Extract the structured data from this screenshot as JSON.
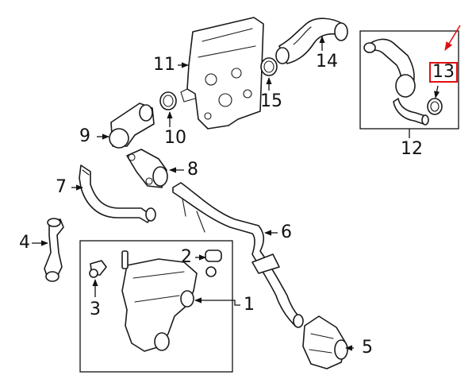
{
  "callouts": [
    {
      "id": "1",
      "label": "1"
    },
    {
      "id": "2",
      "label": "2"
    },
    {
      "id": "3",
      "label": "3"
    },
    {
      "id": "4",
      "label": "4"
    },
    {
      "id": "5",
      "label": "5"
    },
    {
      "id": "6",
      "label": "6"
    },
    {
      "id": "7",
      "label": "7"
    },
    {
      "id": "8",
      "label": "8"
    },
    {
      "id": "9",
      "label": "9"
    },
    {
      "id": "10",
      "label": "10"
    },
    {
      "id": "11",
      "label": "11"
    },
    {
      "id": "12",
      "label": "12"
    },
    {
      "id": "13",
      "label": "13"
    },
    {
      "id": "14",
      "label": "14"
    },
    {
      "id": "15",
      "label": "15"
    }
  ],
  "highlight": {
    "label": "13",
    "color": "#e01010"
  },
  "line_color": "#1a1a1a"
}
